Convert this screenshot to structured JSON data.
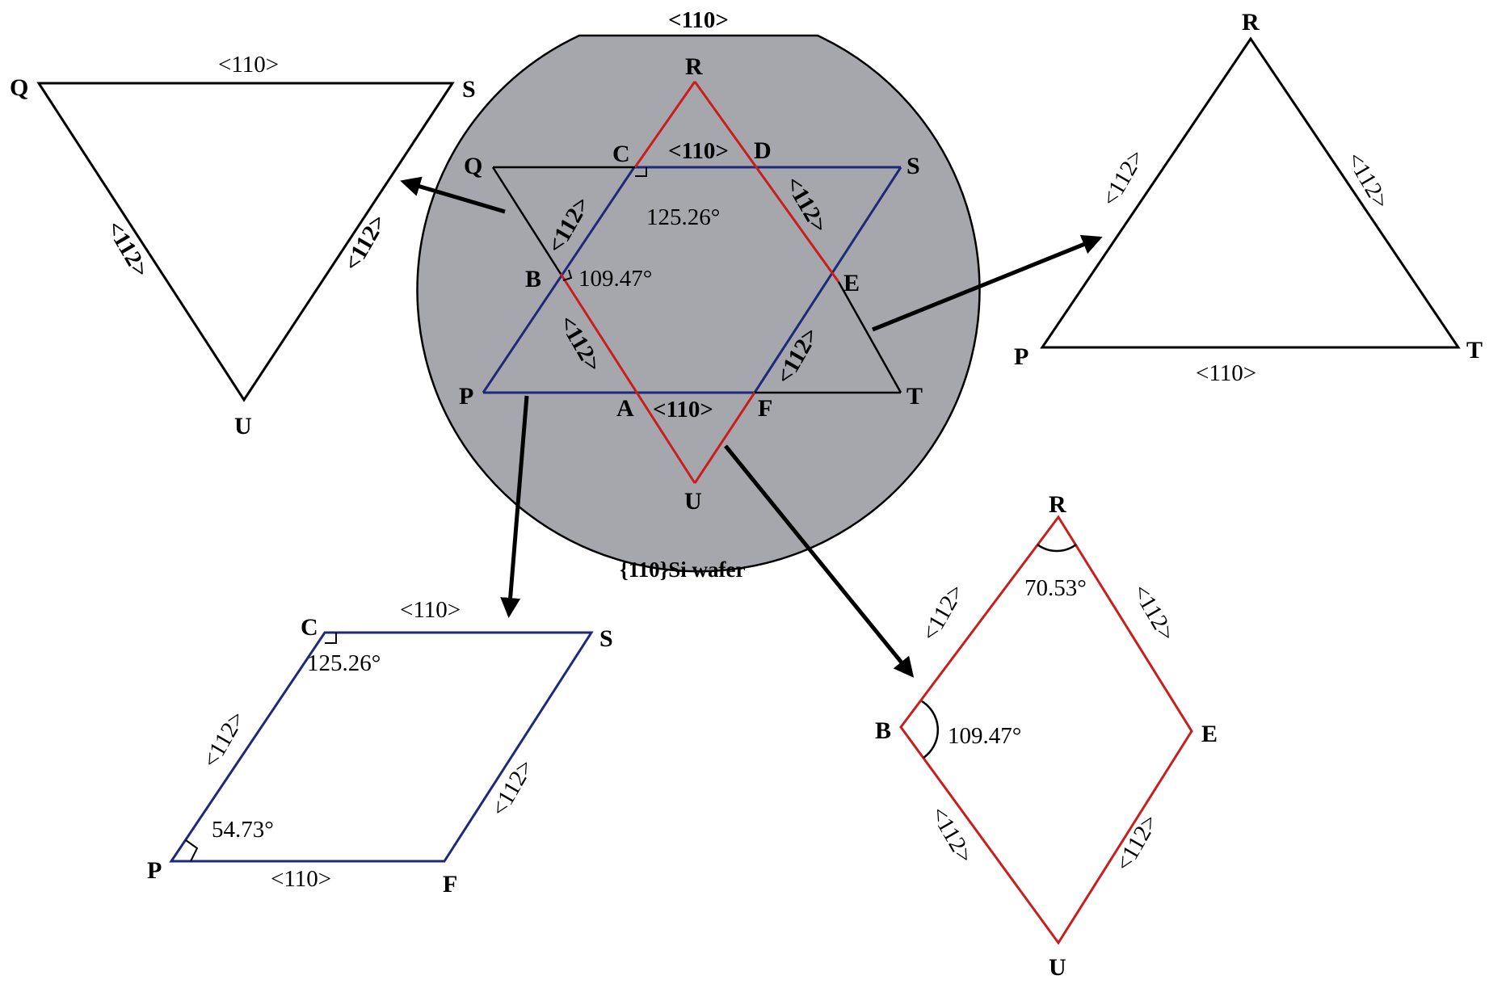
{
  "colors": {
    "wafer_fill": "#a5a7ad",
    "red": "#c81e1e",
    "blue": "#1e2a78",
    "black": "#000000"
  },
  "wafer": {
    "flat_label": "<110>",
    "name": "{110}Si wafer",
    "points": {
      "R": "R",
      "C": "C",
      "D": "D",
      "Q": "Q",
      "S": "S",
      "B": "B",
      "E": "E",
      "P": "P",
      "A": "A",
      "F": "F",
      "T": "T",
      "U": "U"
    },
    "edge_labels": {
      "cd": "<110>",
      "af": "<110>",
      "qb": "<112>",
      "ds": "<112>",
      "bp": "<112>",
      "ft": "<112>"
    },
    "angles": {
      "obtuse": "125.26°",
      "b": "109.47°"
    }
  },
  "triangle_qsu": {
    "points": {
      "Q": "Q",
      "S": "S",
      "U": "U"
    },
    "labels": {
      "top": "<110>",
      "left": "<112>",
      "right": "<112>"
    }
  },
  "triangle_rpt": {
    "points": {
      "R": "R",
      "P": "P",
      "T": "T"
    },
    "labels": {
      "left": "<112>",
      "right": "<112>",
      "bottom": "<110>"
    }
  },
  "parallelogram_cspf": {
    "points": {
      "C": "C",
      "S": "S",
      "P": "P",
      "F": "F"
    },
    "labels": {
      "top": "<110>",
      "left": "<112>",
      "right": "<112>",
      "bottom": "<110>"
    },
    "angles": {
      "c": "125.26°",
      "p": "54.73°"
    }
  },
  "rhombus_rbeu": {
    "points": {
      "R": "R",
      "B": "B",
      "E": "E",
      "U": "U"
    },
    "labels": {
      "rb": "<112>",
      "re": "<112>",
      "bu": "<112>",
      "eu": "<112>"
    },
    "angles": {
      "r": "70.53°",
      "b": "109.47°"
    }
  }
}
